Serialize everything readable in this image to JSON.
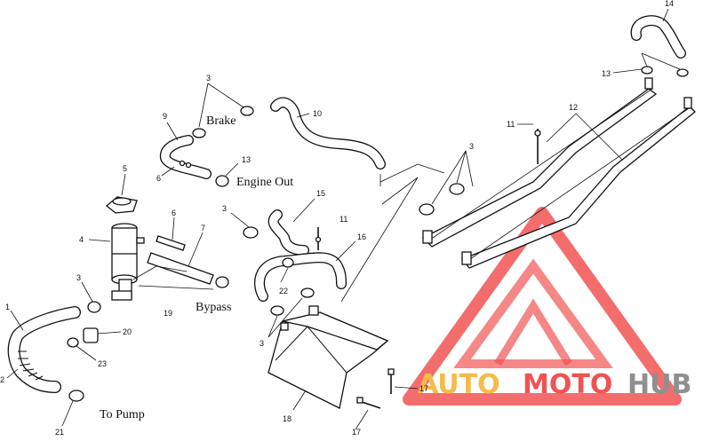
{
  "labels": {
    "brake": "Brake",
    "engine_out": "Engine Out",
    "bypass": "Bypass",
    "to_pump": "To Pump"
  },
  "callouts": {
    "c14": "14",
    "c13a": "13",
    "c12": "12",
    "c11a": "11",
    "c3a": "3",
    "c10": "10",
    "c9": "9",
    "c3b": "3",
    "c13b": "13",
    "c6a": "6",
    "c5": "5",
    "c3c": "3",
    "c6b": "6",
    "c7": "7",
    "c15": "15",
    "c11b": "11",
    "c16": "16",
    "c4": "4",
    "c3d": "3",
    "c22": "22",
    "c19": "19",
    "c1": "1",
    "c20": "20",
    "c23": "23",
    "c2": "2",
    "c3e": "3",
    "c21": "21",
    "c18": "18",
    "c17a": "17",
    "c17b": "17"
  },
  "watermark": {
    "auto": "AUTO",
    "moto": "MOTO",
    "hub": "HUB",
    "red": "#f04a4a",
    "orange": "#f5b841",
    "gray": "#8a8a8a"
  }
}
